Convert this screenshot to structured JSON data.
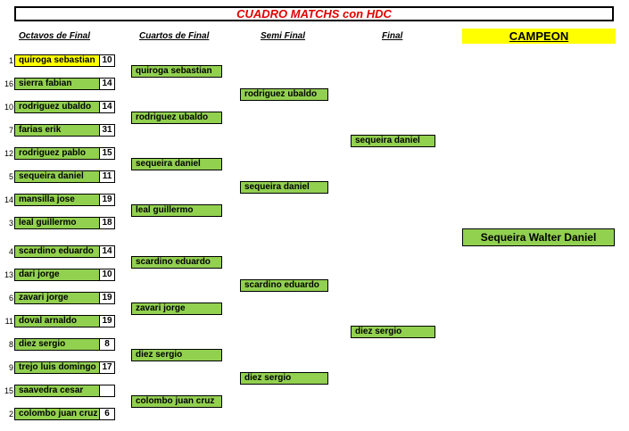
{
  "title": "CUADRO  MATCHS con HDC",
  "headers": {
    "octavos": "Octavos de Final",
    "cuartos": "Cuartos de Final",
    "semi": "Semi Final",
    "final": "Final",
    "campeon": "CAMPEON"
  },
  "octavos": [
    {
      "seed": "1",
      "name": "quiroga sebastian",
      "score": "10"
    },
    {
      "seed": "16",
      "name": "sierra fabian",
      "score": "14"
    },
    {
      "seed": "10",
      "name": "rodriguez ubaldo",
      "score": "14"
    },
    {
      "seed": "7",
      "name": "farias erik",
      "score": "31"
    },
    {
      "seed": "12",
      "name": "rodriguez pablo",
      "score": "15"
    },
    {
      "seed": "5",
      "name": "sequeira daniel",
      "score": "11"
    },
    {
      "seed": "14",
      "name": "mansilla jose",
      "score": "19"
    },
    {
      "seed": "3",
      "name": "leal guillermo",
      "score": "18"
    },
    {
      "seed": "4",
      "name": "scardino eduardo",
      "score": "14"
    },
    {
      "seed": "13",
      "name": "dari jorge",
      "score": "10"
    },
    {
      "seed": "6",
      "name": "zavari jorge",
      "score": "19"
    },
    {
      "seed": "11",
      "name": "doval arnaldo",
      "score": "19"
    },
    {
      "seed": "8",
      "name": "diez sergio",
      "score": "8"
    },
    {
      "seed": "9",
      "name": "trejo luis domingo",
      "score": "17"
    },
    {
      "seed": "15",
      "name": "saavedra cesar",
      "score": ""
    },
    {
      "seed": "2",
      "name": "colombo juan cruz",
      "score": "6"
    }
  ],
  "cuartos": [
    "quiroga sebastian",
    "rodriguez ubaldo",
    "sequeira daniel",
    "leal guillermo",
    "scardino eduardo",
    "zavari jorge",
    "diez sergio",
    "colombo juan cruz"
  ],
  "semi": [
    "rodriguez ubaldo",
    "sequeira daniel",
    "scardino eduardo",
    "diez sergio"
  ],
  "final": [
    "sequeira daniel",
    "diez sergio"
  ],
  "campeon": "Sequeira Walter Daniel",
  "colors": {
    "cell": "#92d050",
    "highlight": "#ffff00",
    "title": "#e00000"
  }
}
